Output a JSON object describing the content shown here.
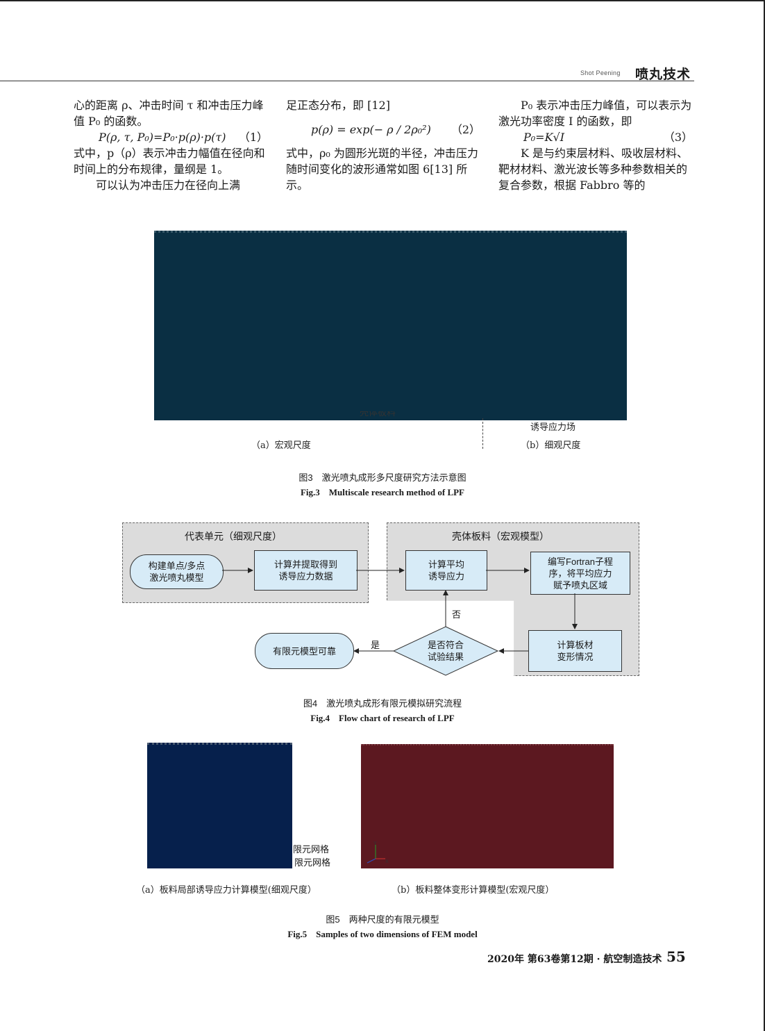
{
  "header": {
    "journal_en": "Shot Peening",
    "journal_zh": "喷丸技术"
  },
  "col1": {
    "p1": "心的距离 ρ、冲击时间 τ 和冲击压力峰值 P₀ 的函数。",
    "eq1": "P(ρ, τ, P₀)=P₀·p(ρ)·p(τ)",
    "eq1_no": "（1）",
    "p2": "式中，p（ρ）表示冲击力幅值在径向和时间上的分布规律，量纲是 1。",
    "p3": "可以认为冲击压力在径向上满"
  },
  "col2": {
    "p1": "足正态分布，即 [12]",
    "eq2": "p(ρ) = exp(− ρ / 2ρ₀²)",
    "eq2_no": "（2）",
    "p2": "式中，ρ₀ 为圆形光斑的半径，冲击压力随时间变化的波形通常如图 6[13] 所示。"
  },
  "col3": {
    "p1": "P₀ 表示冲击压力峰值，可以表示为激光功率密度 I 的函数，即",
    "eq3": "P₀=K√I",
    "eq3_no": "（3）",
    "p2": "K 是与约束层材料、吸收层材料、靶材材料、激光波长等多种参数相关的复合参数，根据 Fabbro 等的"
  },
  "fig3": {
    "panel_label_overflow": "壳体板料",
    "stress_field_label": "诱导应力场",
    "sub_a": "（a）宏观尺度",
    "sub_b": "（b）细观尺度",
    "caption_zh": "图3　激光喷丸成形多尺度研究方法示意图",
    "caption_en": "Fig.3　Multiscale research method of LPF"
  },
  "fig4": {
    "group_left": "代表单元（细观尺度）",
    "group_right": "壳体板料（宏观模型）",
    "box1": "构建单点/多点\n激光喷丸模型",
    "box2": "计算并提取得到\n诱导应力数据",
    "box3": "计算平均\n诱导应力",
    "box4": "编写Fortran子程\n序，将平均应力\n赋予喷丸区域",
    "box5": "计算板材\n变形情况",
    "diamond": "是否符合\n试验结果",
    "end": "有限元模型可靠",
    "yes": "是",
    "no": "否",
    "caption_zh": "图4　激光喷丸成形有限元模拟研究流程",
    "caption_en": "Fig.4　Flow chart of research of LPF"
  },
  "fig5": {
    "mesh1": "限元网格",
    "mesh2": "限元网格",
    "axis_x": "X",
    "axis_y": "Y",
    "sub_a": "（a）板料局部诱导应力计算模型(细观尺度）",
    "sub_b": "（b）板料整体变形计算模型(宏观尺度）",
    "caption_zh": "图5　两种尺度的有限元模型",
    "caption_en": "Fig.5　Samples of two dimensions of FEM model"
  },
  "footer": {
    "issue": "2020年 第63卷第12期 · 航空制造技术",
    "page": "55"
  },
  "colors": {
    "fig3_panel": "#0a2f43",
    "fig5a_panel": "#06204c",
    "fig5b_panel": "#5c1820",
    "flow_box": "#d7ebf7",
    "group_bg": "#dcdcdc"
  }
}
